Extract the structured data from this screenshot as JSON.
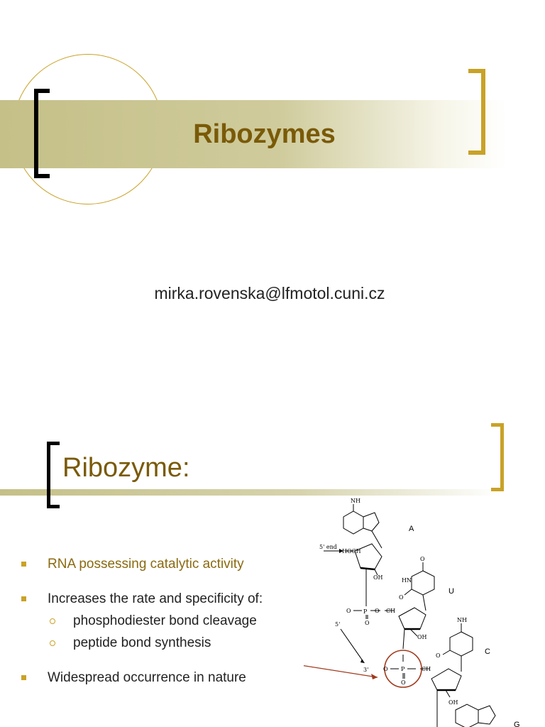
{
  "slide1": {
    "title": "Ribozymes",
    "email": "mirka.rovenska@lfmotol.cuni.cz"
  },
  "slide2": {
    "title": "Ribozyme:",
    "bullets": [
      {
        "text": "RNA possessing catalytic activity"
      },
      {
        "text": "Increases the rate and specificity of:",
        "subs": [
          "phosphodiester bond cleavage",
          "peptide bond synthesis"
        ]
      },
      {
        "text": "Widespread occurrence in nature"
      }
    ],
    "diagram": {
      "base_labels": [
        "A",
        "U",
        "C",
        "G"
      ],
      "end_label_5": "5' end",
      "strand_label_5": "5'",
      "strand_label_3": "3'",
      "atoms": {
        "nh2": "NH",
        "hoch2": "HOCH",
        "oh": "OH",
        "h": "H",
        "o": "O",
        "n": "N",
        "p": "P",
        "hn": "HN",
        "ch2": "CH"
      }
    },
    "colors": {
      "title": "#7a5a08",
      "bullet_gold": "#8a6a10",
      "accent": "#c9a227",
      "band": "#c5c088",
      "highlight": "#a03a1c"
    }
  }
}
